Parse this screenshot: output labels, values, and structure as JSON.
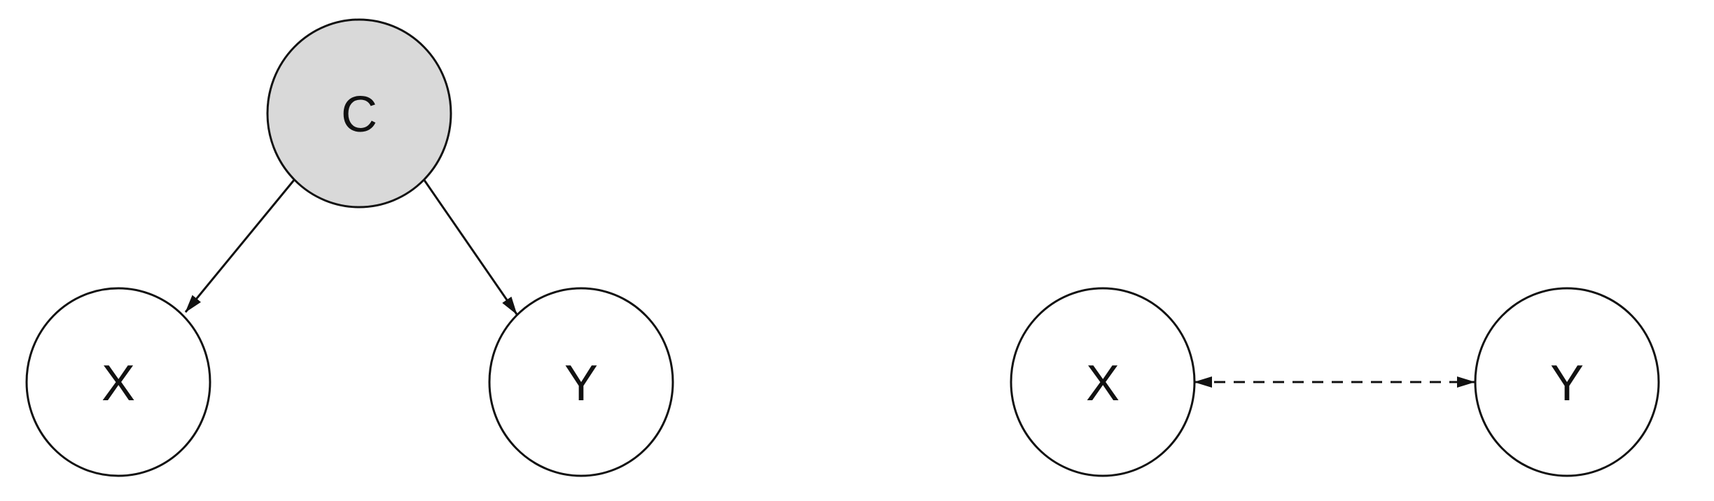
{
  "colors": {
    "background": "#ffffff",
    "stroke": "#111111",
    "confounder_fill": "#d9d9d9",
    "node_fill": "#ffffff"
  },
  "left_graph": {
    "nodes": {
      "c": {
        "label": "C",
        "shaded": true
      },
      "x": {
        "label": "X",
        "shaded": false
      },
      "y": {
        "label": "Y",
        "shaded": false
      }
    },
    "edges": [
      {
        "from": "C",
        "to": "X",
        "style": "solid",
        "direction": "forward"
      },
      {
        "from": "C",
        "to": "Y",
        "style": "solid",
        "direction": "forward"
      }
    ]
  },
  "right_graph": {
    "nodes": {
      "x": {
        "label": "X",
        "shaded": false
      },
      "y": {
        "label": "Y",
        "shaded": false
      }
    },
    "edges": [
      {
        "from": "X",
        "to": "Y",
        "style": "dashed",
        "direction": "bidirectional"
      }
    ]
  }
}
